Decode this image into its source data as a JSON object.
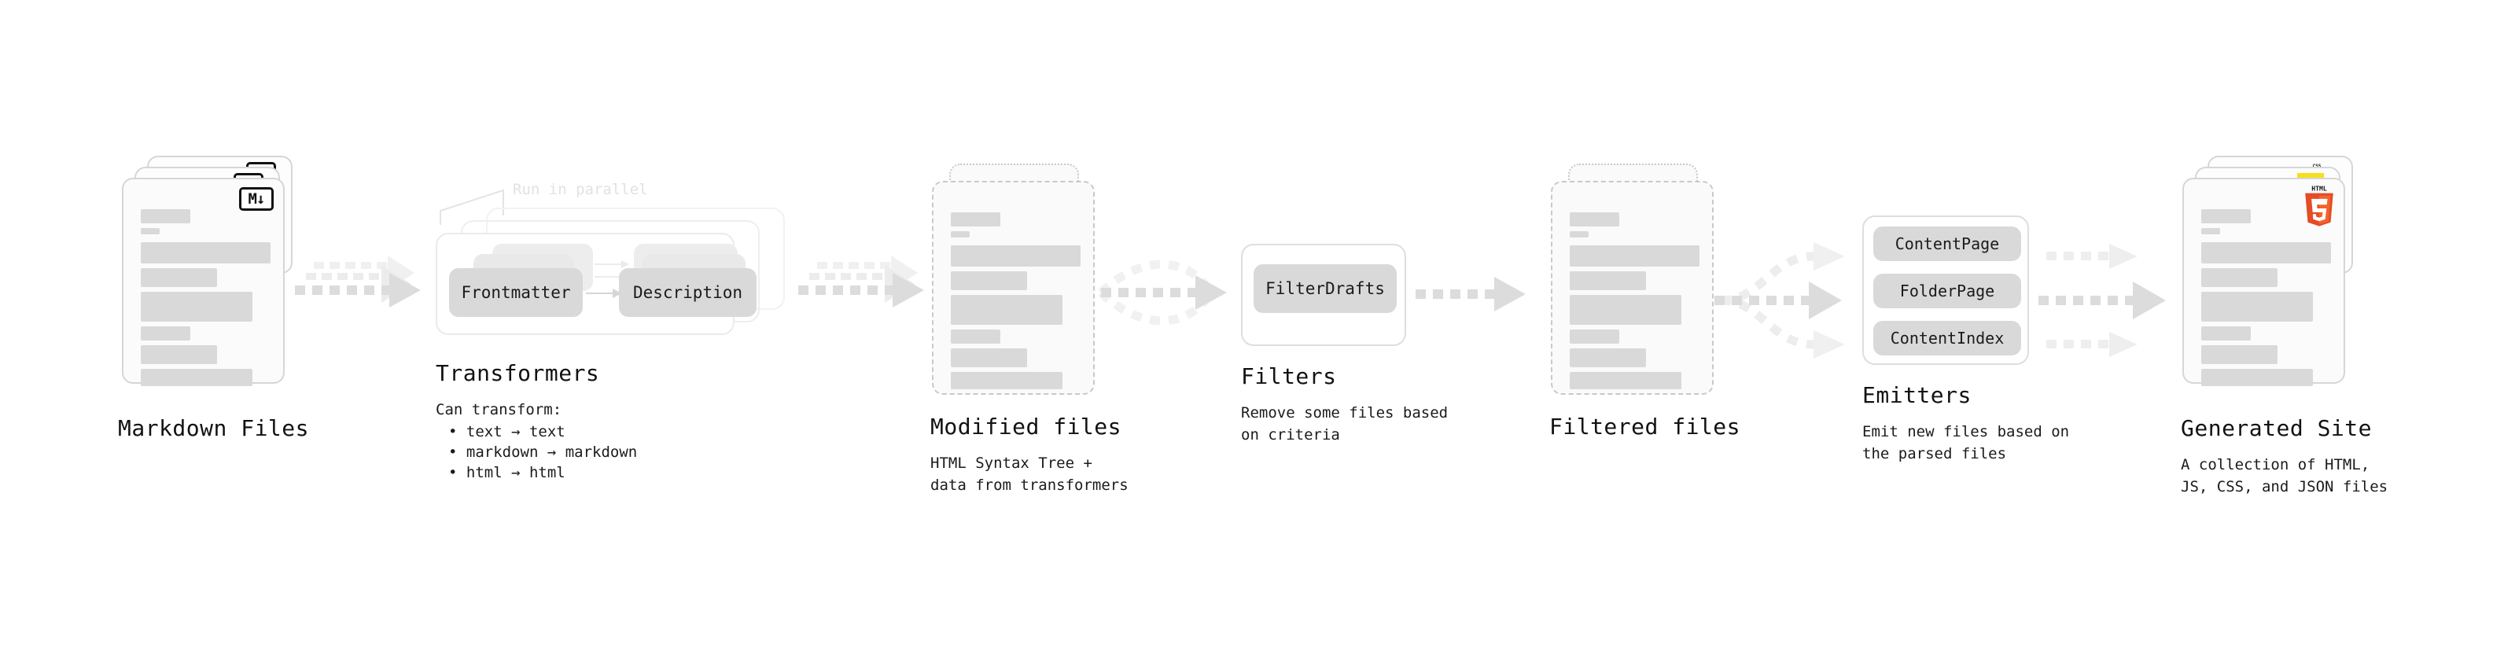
{
  "diagram": {
    "title_font_note": "monospace",
    "stages": [
      {
        "id": "markdown-files",
        "title": "Markdown Files",
        "subtitle": "",
        "badge": "markdown-badge",
        "badge_text": "M↓"
      },
      {
        "id": "transformers",
        "title": "Transformers",
        "subtitle": "Can transform:",
        "annotation": "Run in parallel",
        "bullets": [
          "• text → text",
          "• markdown → markdown",
          "• html → html"
        ],
        "nodes": [
          "Frontmatter",
          "Description"
        ]
      },
      {
        "id": "modified-files",
        "title": "Modified files",
        "subtitle": "HTML Syntax Tree +\ndata from transformers"
      },
      {
        "id": "filters",
        "title": "Filters",
        "subtitle": "Remove some files based\non criteria",
        "nodes": [
          "FilterDrafts"
        ]
      },
      {
        "id": "filtered-files",
        "title": "Filtered files",
        "subtitle": ""
      },
      {
        "id": "emitters",
        "title": "Emitters",
        "subtitle": "Emit new files based on\nthe parsed files",
        "nodes": [
          "ContentPage",
          "FolderPage",
          "ContentIndex"
        ]
      },
      {
        "id": "generated-site",
        "title": "Generated Site",
        "subtitle": "A collection of HTML,\nJS, CSS, and JSON files",
        "badges": [
          "css-badge",
          "js-badge",
          "html5-badge"
        ],
        "css_badge_text": "CSS"
      }
    ],
    "colors": {
      "background": "#ffffff",
      "text": "#121212",
      "skeleton": "#d9d9d9",
      "card_border": "#d6d6d6",
      "arrow": "#dcdcdc",
      "arrow_faint": "#efefef",
      "pill": "#d9d9d9",
      "html5_orange": "#e44d26",
      "html5_shield": "#f16529",
      "js_yellow": "#f7df1e",
      "css_blue": "#2965f1",
      "annotation": "#e2e2e2"
    }
  }
}
